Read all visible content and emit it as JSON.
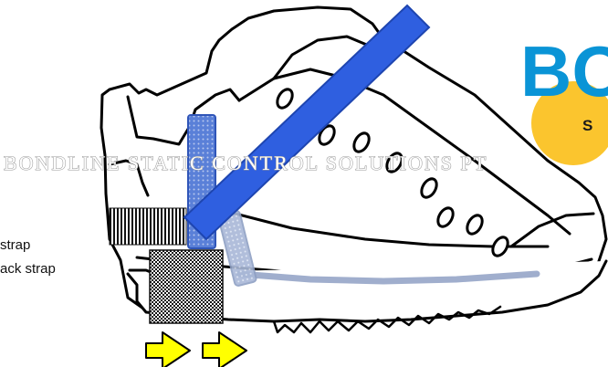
{
  "labels": {
    "strap": "strap",
    "back_strap": "ack strap"
  },
  "watermark": {
    "text": "BONDLINE STATIC CONTROL SOLUTIONS PT"
  },
  "logo": {
    "letters": "BO",
    "sub": "S"
  },
  "colors": {
    "blue_strap": "#2f5fe0",
    "logo_blue": "#0a94d6",
    "logo_yellow": "#fbc52e",
    "arrow_yellow": "#ffff00",
    "background": "#ffffff"
  },
  "icons": {
    "arrow_1": "right-arrow-icon",
    "arrow_2": "right-arrow-icon"
  }
}
